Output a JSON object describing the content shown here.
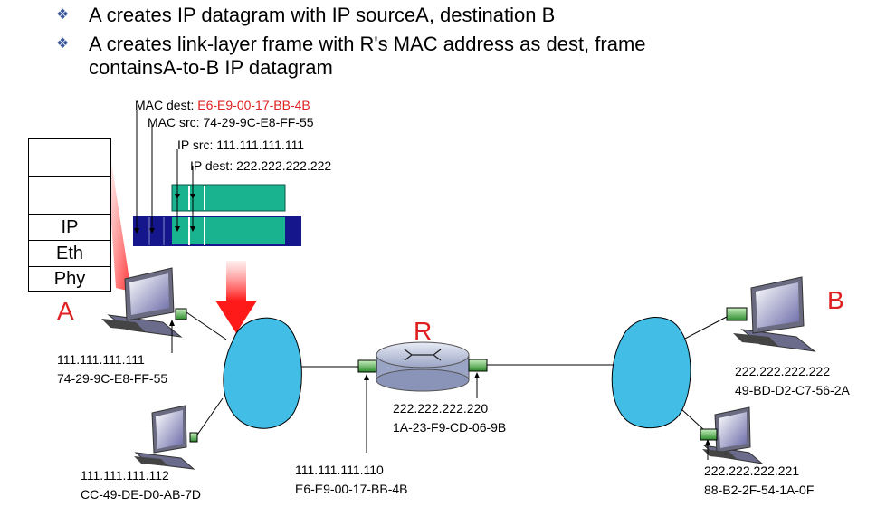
{
  "bullets": [
    {
      "line1": "A creates IP datagram with IP sourceA, destination B",
      "line2": ""
    },
    {
      "line1": "A creates link-layer frame with R's MAC address as dest, frame",
      "line2": "containsA-to-B IP datagram"
    }
  ],
  "bullet_mark": "❖",
  "frame_labels": {
    "mac_dest_prefix": "MAC dest: ",
    "mac_dest_value": "E6-E9-00-17-BB-4B",
    "mac_src": "MAC src: 74-29-9C-E8-FF-55",
    "ip_src": "IP src: 111.111.111.111",
    "ip_dest": "IP dest: 222.222.222.222"
  },
  "stack_layers": [
    "",
    "",
    "IP",
    "Eth",
    "Phy"
  ],
  "node_letters": {
    "a": "A",
    "b": "B",
    "r": "R"
  },
  "addresses": {
    "host_a_ip": "111.111.111.111",
    "host_a_mac": "74-29-9C-E8-FF-55",
    "host_lower_ip": "111.111.111.112",
    "host_lower_mac": "CC-49-DE-D0-AB-7D",
    "router_left_ip": "111.111.111.110",
    "router_left_mac": "E6-E9-00-17-BB-4B",
    "router_right_ip": "222.222.222.220",
    "router_right_mac": "1A-23-F9-CD-06-9B",
    "host_b_ip": "222.222.222.222",
    "host_b_mac": "49-BD-D2-C7-56-2A",
    "host_right_lower_ip": "222.222.222.221",
    "host_right_lower_mac": "88-B2-2F-54-1A-0F"
  },
  "colors": {
    "accent_red": "#e02020",
    "frame_navy": "#16168c",
    "frame_green": "#19b38f",
    "cloud": "#41bde6",
    "bullet": "#3d5a9e"
  }
}
